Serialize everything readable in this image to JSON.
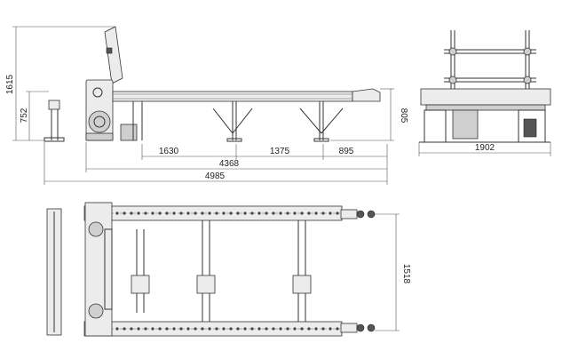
{
  "dimensions": {
    "side_view": {
      "overall_height": "1615",
      "frame_height": "752",
      "conveyor_height": "805",
      "segment_1": "1630",
      "segment_2": "1375",
      "segment_3": "895",
      "conveyor_length": "4368",
      "overall_length": "4985"
    },
    "end_view": {
      "width": "1902"
    },
    "plan_view": {
      "width": "1518"
    }
  }
}
